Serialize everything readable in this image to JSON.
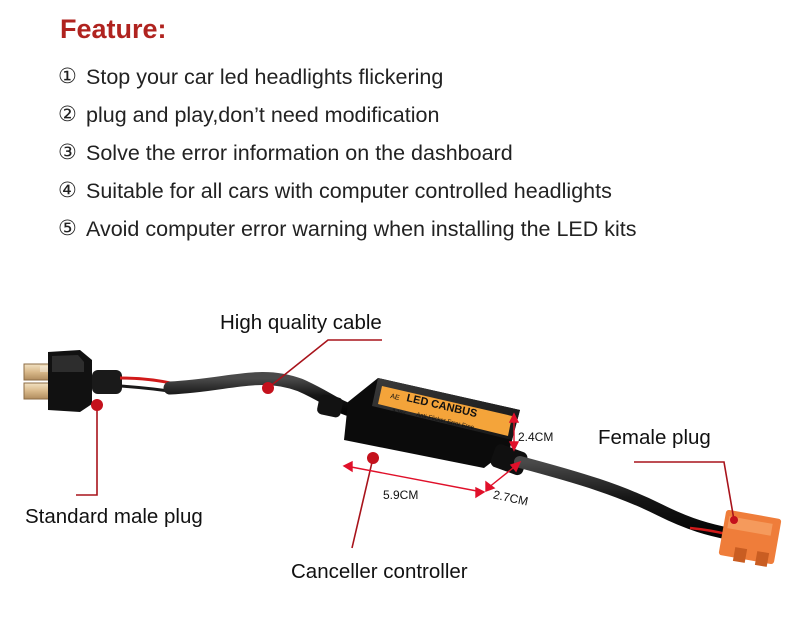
{
  "heading": "Feature:",
  "features": [
    {
      "num": "①",
      "text": "Stop your car led headlights flickering"
    },
    {
      "num": "②",
      "text": "plug and play,don’t need modification"
    },
    {
      "num": "③",
      "text": "Solve the error information on the dashboard"
    },
    {
      "num": "④",
      "text": "Suitable for all cars with computer controlled headlights"
    },
    {
      "num": "⑤",
      "text": "Avoid computer error warning when installing the LED kits"
    }
  ],
  "callouts": {
    "cable": "High quality cable",
    "female_plug": "Female plug",
    "male_plug": "Standard male plug",
    "controller": "Canceller controller"
  },
  "dimensions": {
    "height": "2.4CM",
    "length": "5.9CM",
    "width": "2.7CM"
  },
  "product_label": {
    "brand_text": "LED CANBUS",
    "sub_text": "Anti-Flicker Error Free",
    "badge": "AE",
    "voltage": "9-16V"
  },
  "colors": {
    "heading": "#b0231f",
    "callout_line": "#a8131b",
    "dim_line": "#e0102a",
    "plug_orange": "#ef7d3a",
    "label_orange": "#f4a43a"
  }
}
